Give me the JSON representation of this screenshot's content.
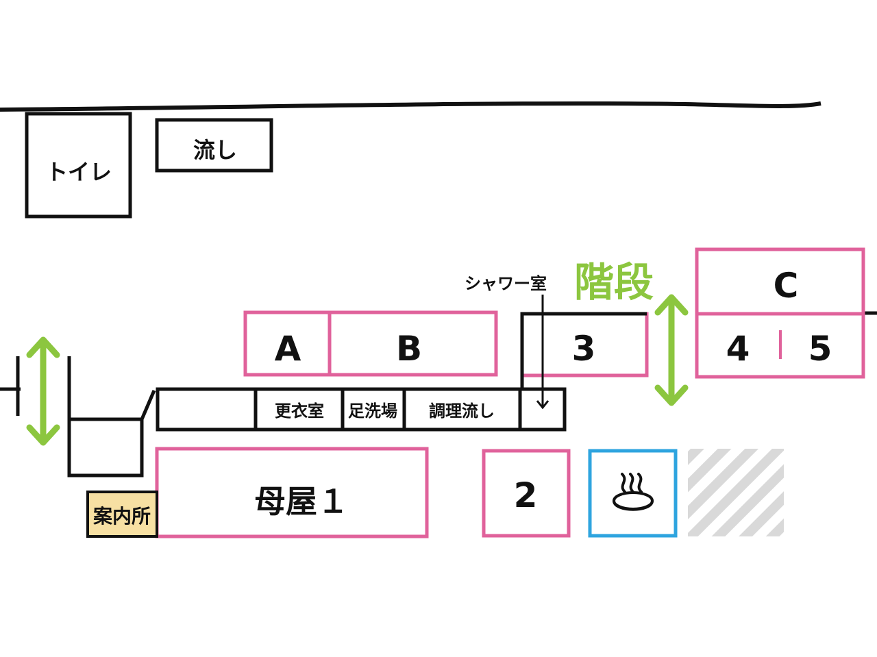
{
  "colors": {
    "outline": "#111111",
    "rental_zone": "#e0629b",
    "bath_zone": "#2ea4df",
    "stairs_green": "#8cc63f",
    "info_fill": "#f7e0a3",
    "hatch": "#d9d9d9"
  },
  "labels": {
    "toilet": "トイレ",
    "sink": "流し",
    "shower_room": "シャワー室",
    "stairs": "階段",
    "changing_room": "更衣室",
    "foot_wash": "足洗場",
    "cooking_sink": "調理流し",
    "info_desk": "案内所",
    "main_house": "母屋１"
  },
  "zones": {
    "a": "A",
    "b": "B",
    "c": "C",
    "n2": "2",
    "n3": "3",
    "n4": "4",
    "n5": "5"
  },
  "icons": {
    "hot_spring": "hot-spring-icon",
    "left_arrow": "double-arrow-icon",
    "right_arrow": "double-arrow-icon",
    "shower_arrow": "arrow-down-icon"
  }
}
